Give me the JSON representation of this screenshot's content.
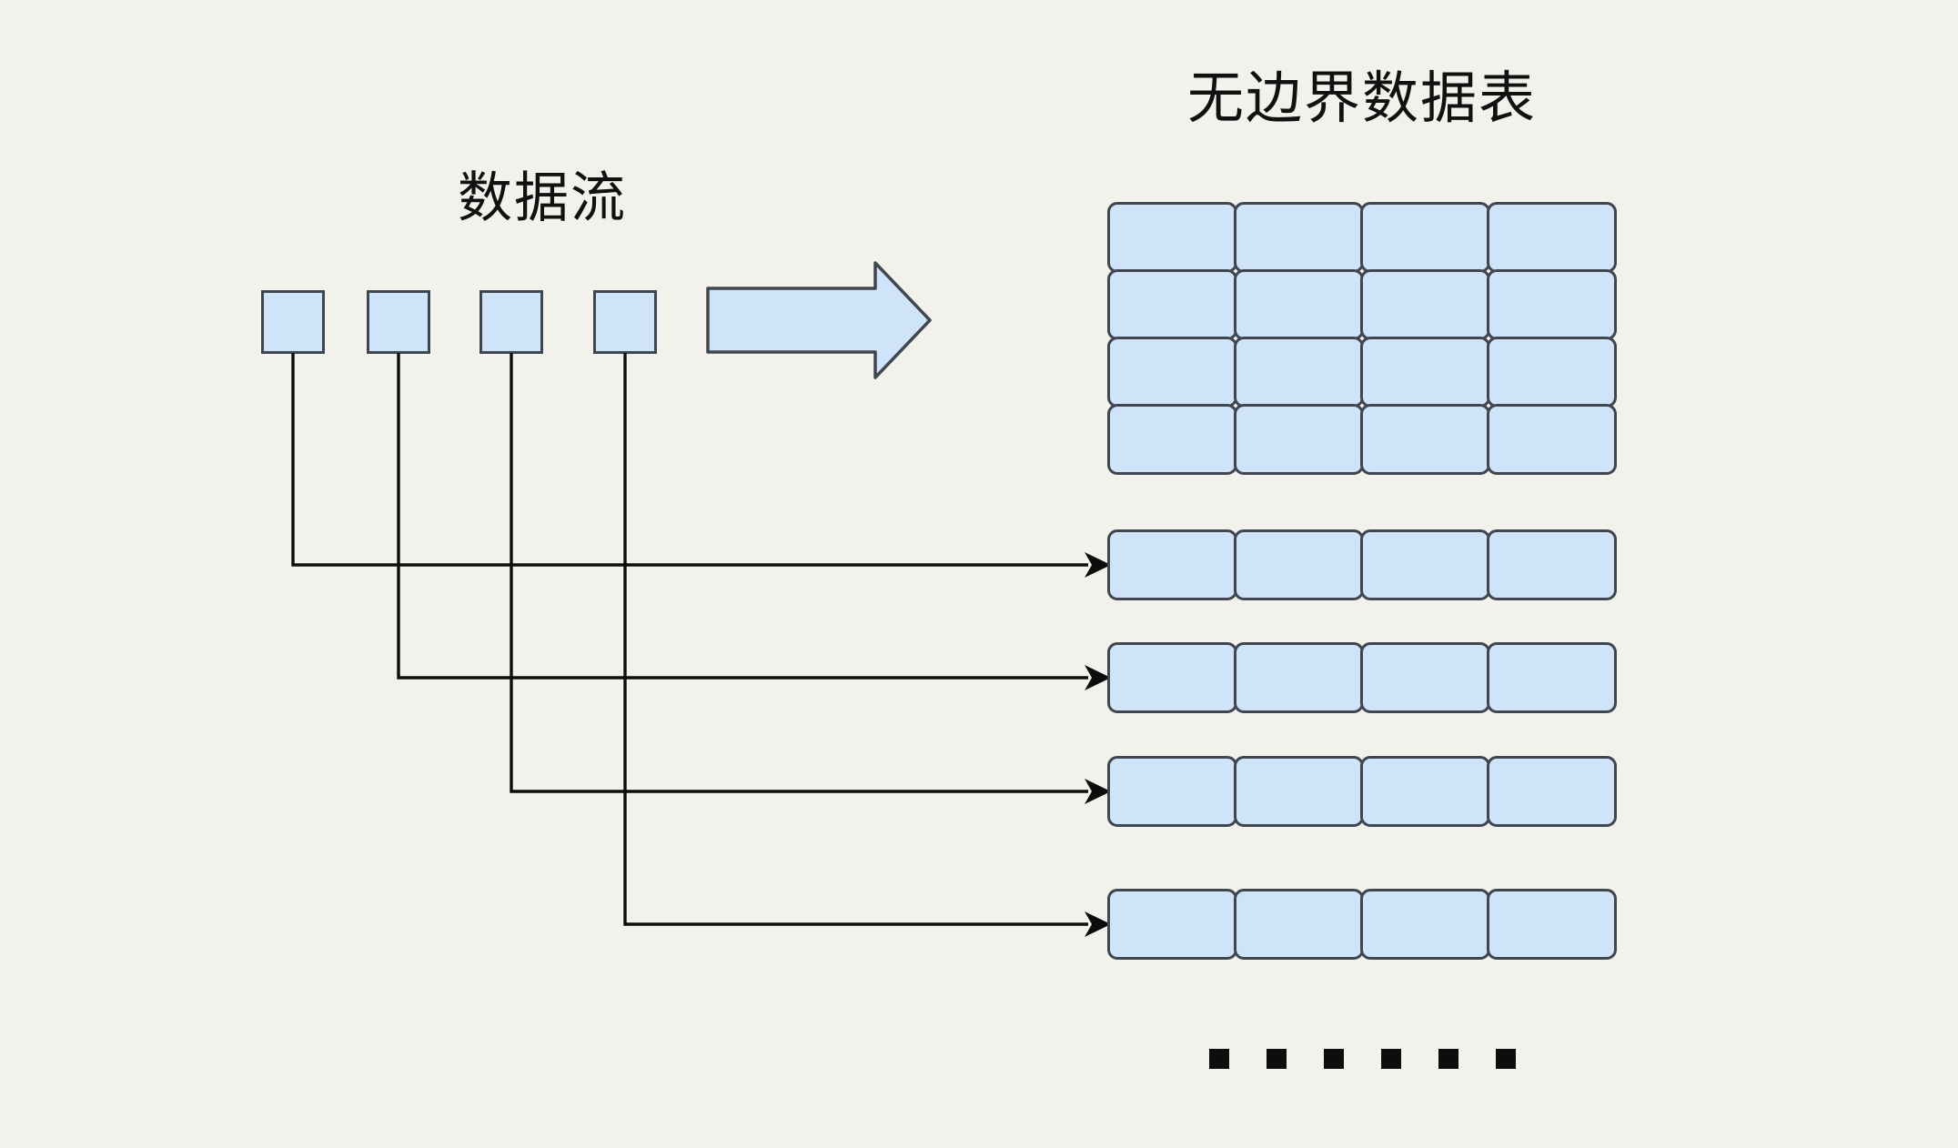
{
  "colors": {
    "background": "#f2f1eb",
    "shape_fill": "#cfe3f9",
    "shape_border": "#3f4650",
    "connector": "#0d0d0d",
    "text": "#111111"
  },
  "stream": {
    "label": "数据流",
    "square_count": 4
  },
  "table": {
    "title": "无边界数据表",
    "grid_rows": 4,
    "grid_cols": 4,
    "detail_row_count": 4,
    "detail_row_cols": 4,
    "ellipsis_dot_count": 6
  }
}
